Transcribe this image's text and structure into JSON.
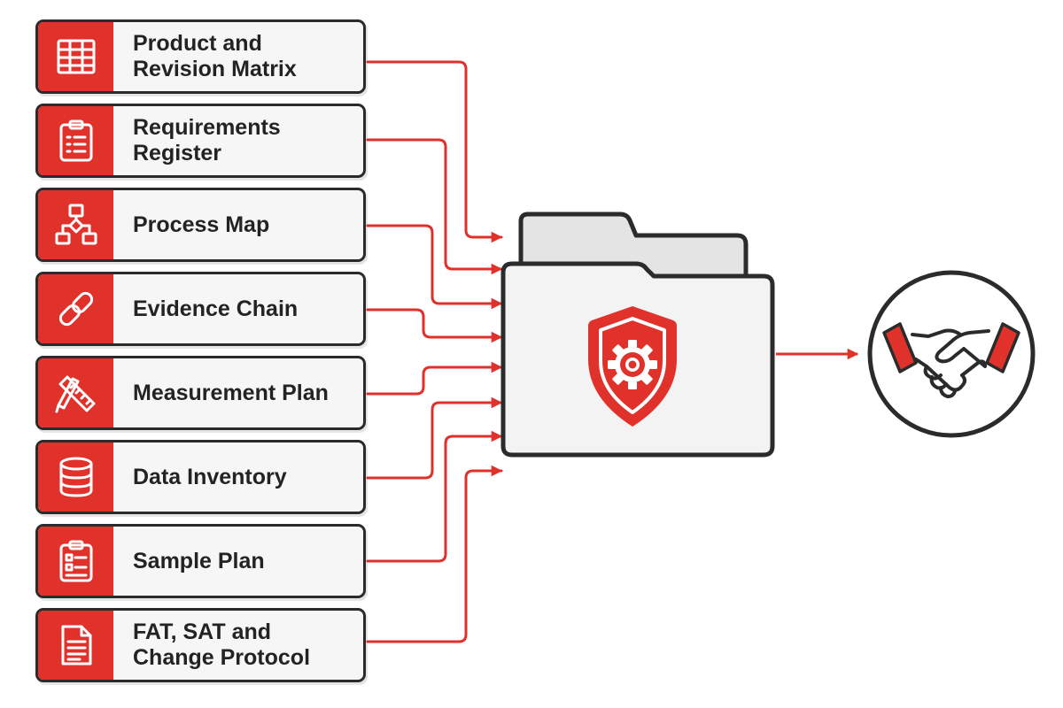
{
  "inputs": [
    {
      "label": "Product and\nRevision Matrix",
      "icon": "table-icon"
    },
    {
      "label": "Requirements\nRegister",
      "icon": "clipboard-list-icon"
    },
    {
      "label": "Process Map",
      "icon": "flowchart-icon"
    },
    {
      "label": "Evidence Chain",
      "icon": "chain-link-icon"
    },
    {
      "label": "Measurement Plan",
      "icon": "ruler-caliper-icon"
    },
    {
      "label": "Data Inventory",
      "icon": "database-icon"
    },
    {
      "label": "Sample Plan",
      "icon": "checklist-clipboard-icon"
    },
    {
      "label": "FAT, SAT and\nChange Protocol",
      "icon": "document-icon"
    }
  ],
  "hub": {
    "icon": "folder-with-shield-gear-icon"
  },
  "outcome": {
    "icon": "handshake-icon"
  },
  "colors": {
    "accent": "#e0312b",
    "outline": "#2b2b2b",
    "card_fill": "#f6f6f6",
    "folder_fill": "#f3f3f3",
    "folder_tab": "#e4e4e4",
    "background": "#ffffff"
  }
}
